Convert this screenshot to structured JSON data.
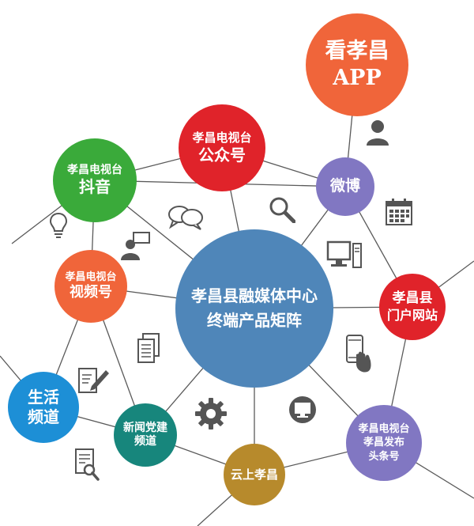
{
  "center": {
    "line1": "孝昌县融媒体中心",
    "line2": "终端产品矩阵",
    "color": "#4f86b9"
  },
  "nodes": {
    "app": {
      "line1": "看孝昌",
      "line2": "APP",
      "color": "#f0653a"
    },
    "wechat": {
      "line1": "孝昌电视台",
      "line2": "公众号",
      "color": "#e0232a"
    },
    "douyin": {
      "line1": "孝昌电视台",
      "line2": "抖音",
      "color": "#3aaa3a"
    },
    "weibo": {
      "line1": "微博",
      "color": "#8177c2"
    },
    "shipinhao": {
      "line1": "孝昌电视台",
      "line2": "视频号",
      "color": "#f0653a"
    },
    "portal": {
      "line1": "孝昌县",
      "line2": "门户网站",
      "color": "#e0232a"
    },
    "life": {
      "line1": "生活",
      "line2": "频道",
      "color": "#1d8fd6"
    },
    "party": {
      "line1": "新闻党建",
      "line2": "频道",
      "color": "#17867c"
    },
    "cloud": {
      "line1": "云上孝昌",
      "color": "#b78a2c"
    },
    "toutiao": {
      "line1": "孝昌电视台",
      "line2": "孝昌发布",
      "line3": "头条号",
      "color": "#8177c2"
    }
  },
  "icons": {
    "person": "person-icon",
    "calendar": "calendar-icon",
    "lightbulb": "lightbulb-icon",
    "chat": "chat-bubbles-icon",
    "search": "magnifier-icon",
    "presenter": "presenter-icon",
    "computer": "desktop-computer-icon",
    "documents": "documents-icon",
    "phone": "smartphone-icon",
    "note": "note-pencil-icon",
    "gear": "gear-icon",
    "monitor": "monitor-icon",
    "report": "report-search-icon"
  }
}
